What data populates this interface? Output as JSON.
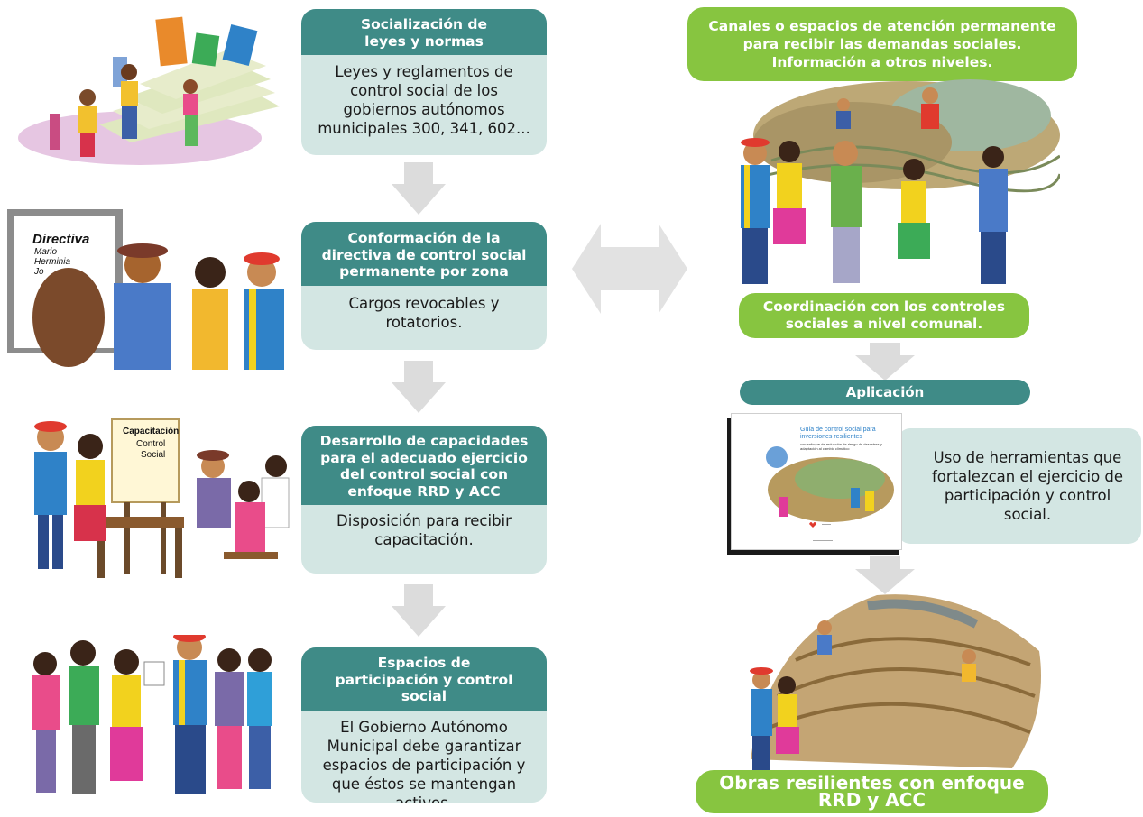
{
  "left_steps": [
    {
      "title": "Socialización de leyes y normas",
      "body": "Leyes y reglamentos de control social de los gobiernos autónomos municipales 300, 341, 602..."
    },
    {
      "title": "Conformación de la directiva de control social permanente por zona",
      "body": "Cargos revocables y rotatorios."
    },
    {
      "title": "Desarrollo de capacidades para el adecuado ejercicio del control social con enfoque RRD y ACC",
      "body": "Disposición para recibir capacitación."
    },
    {
      "title": "Espacios de participación y control social",
      "body": "El Gobierno Autónomo Municipal debe garantizar espacios de participación y que éstos se mantengan activos."
    }
  ],
  "right": {
    "top": "Canales o espacios de atención permanente para recibir las demandas sociales. Información a otros niveles.",
    "coordination": "Coordinación con los controles sociales a nivel comunal.",
    "aplicacion": "Aplicación",
    "tools": "Uso de herramientas que fortalezcan el ejercicio de participación y control social.",
    "final": "Obras resilientes con enfoque RRD y ACC"
  },
  "illustration_text": {
    "board_title": "Directiva",
    "board_names": [
      "Mario",
      "Herminia",
      "Jo"
    ],
    "flipchart": [
      "Capacitación",
      "Control",
      "Social"
    ],
    "guide_title": "Guía de control social para inversiones resilientes",
    "guide_subtitle": "con enfoque de reducción de riesgo de desastres y adaptación al cambio climático"
  },
  "colors": {
    "teal": "#3f8b87",
    "light_teal": "#d3e6e3",
    "green": "#87c540",
    "arrow": "#dcdcdc"
  }
}
